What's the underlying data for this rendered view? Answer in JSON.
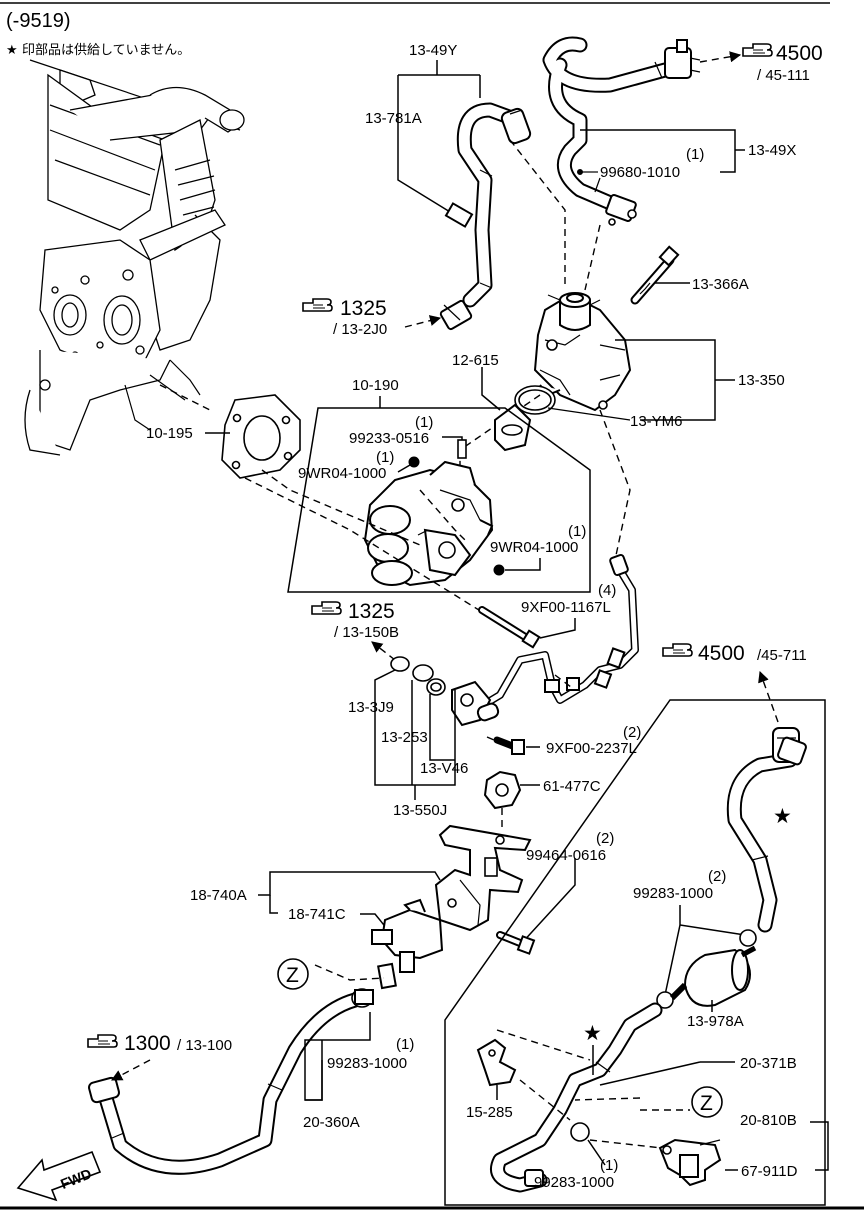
{
  "header": {
    "range": "(-9519)",
    "note_star": "★",
    "note_text": "印部品は供給していません。"
  },
  "refs": {
    "r4500_top": {
      "num": "4500",
      "sub": "/ 45-111"
    },
    "r1325_top": {
      "num": "1325",
      "sub": "/ 13-2J0"
    },
    "r1325_mid": {
      "num": "1325",
      "sub": "/ 13-150B"
    },
    "r4500_right": {
      "num": "4500",
      "sub": "/45-711"
    },
    "r1300": {
      "num": "1300",
      "sub": "/ 13-100"
    }
  },
  "labels": {
    "p13_49Y": "13-49Y",
    "p13_781A": "13-781A",
    "p13_49X": "13-49X",
    "p99680_1010": "99680-1010",
    "p99680_qty": "(1)",
    "p13_366A": "13-366A",
    "p13_350": "13-350",
    "p13_YM6": "13-YM6",
    "p12_615": "12-615",
    "p10_190": "10-190",
    "p10_195": "10-195",
    "p99233_0516": "99233-0516",
    "p99233_qty": "(1)",
    "p9WR04_a": "9WR04-1000",
    "p9WR04_a_qty": "(1)",
    "p9WR04_b": "9WR04-1000",
    "p9WR04_b_qty": "(1)",
    "p9XF00_1167L": "9XF00-1167L",
    "p9XF00_1167L_qty": "(4)",
    "p13_3J9": "13-3J9",
    "p13_253": "13-253",
    "p13_V46": "13-V46",
    "p13_550J": "13-550J",
    "p9XF00_2237L": "9XF00-2237L",
    "p9XF00_2237L_qty": "(2)",
    "p61_477C": "61-477C",
    "p99464_0616": "99464-0616",
    "p99464_qty": "(2)",
    "p18_740A": "18-740A",
    "p18_741C": "18-741C",
    "z_left": "Z",
    "z_right": "Z",
    "p99283_left": "99283-1000",
    "p99283_left_qty": "(1)",
    "p20_360A": "20-360A",
    "p99283_top": "99283-1000",
    "p99283_top_qty": "(2)",
    "p13_978A": "13-978A",
    "p20_371B": "20-371B",
    "p15_285": "15-285",
    "p20_810B": "20-810B",
    "p99283_bottom": "99283-1000",
    "p99283_bottom_qty": "(1)",
    "p67_911D": "67-911D",
    "star_a": "★",
    "star_b": "★",
    "fwd": "FWD"
  },
  "icons": {
    "ref_icon": "pointing-hand-icon",
    "fwd_icon": "forward-arrow-icon",
    "z_icon": "circle-letter-icon"
  }
}
